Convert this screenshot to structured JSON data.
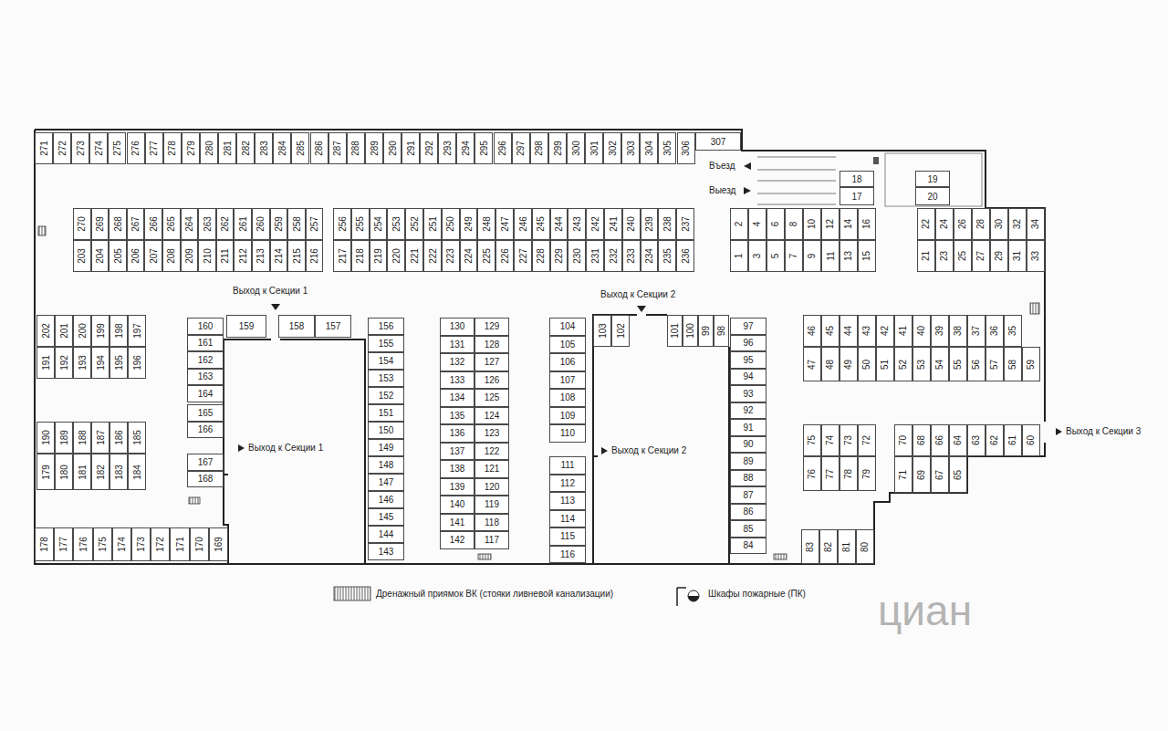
{
  "diagram": {
    "nodes": [
      {
        "text": [
          "1"
        ]
      },
      {
        "text": [
          "2"
        ]
      },
      {
        "text": [
          "3"
        ]
      },
      {
        "text": [
          "4"
        ]
      },
      {
        "text": [
          "5"
        ]
      },
      {
        "text": [
          "6"
        ]
      },
      {
        "text": [
          "7"
        ]
      },
      {
        "text": [
          "8"
        ]
      },
      {
        "text": [
          "9"
        ]
      },
      {
        "text": [
          "10"
        ]
      },
      {
        "text": [
          "11"
        ]
      },
      {
        "text": [
          "12"
        ]
      },
      {
        "text": [
          "13"
        ]
      },
      {
        "text": [
          "14"
        ]
      },
      {
        "text": [
          "15"
        ]
      },
      {
        "text": [
          "16"
        ]
      },
      {
        "text": [
          "17"
        ]
      },
      {
        "text": [
          "18"
        ]
      },
      {
        "text": [
          "19"
        ]
      },
      {
        "text": [
          "20"
        ]
      },
      {
        "text": [
          "21"
        ]
      },
      {
        "text": [
          "22"
        ]
      },
      {
        "text": [
          "23"
        ]
      },
      {
        "text": [
          "24"
        ]
      },
      {
        "text": [
          "25"
        ]
      },
      {
        "text": [
          "26"
        ]
      },
      {
        "text": [
          "27"
        ]
      },
      {
        "text": [
          "28"
        ]
      },
      {
        "text": [
          "29"
        ]
      },
      {
        "text": [
          "30"
        ]
      },
      {
        "text": [
          "31"
        ]
      },
      {
        "text": [
          "32"
        ]
      },
      {
        "text": [
          "33"
        ]
      },
      {
        "text": [
          "34"
        ]
      },
      {
        "text": [
          "35"
        ]
      },
      {
        "text": [
          "36"
        ]
      },
      {
        "text": [
          "37"
        ]
      },
      {
        "text": [
          "38"
        ]
      },
      {
        "text": [
          "39"
        ]
      },
      {
        "text": [
          "40"
        ]
      },
      {
        "text": [
          "41"
        ]
      },
      {
        "text": [
          "42"
        ]
      },
      {
        "text": [
          "43"
        ]
      },
      {
        "text": [
          "44"
        ]
      },
      {
        "text": [
          "45"
        ]
      },
      {
        "text": [
          "46"
        ]
      },
      {
        "text": [
          "47"
        ]
      },
      {
        "text": [
          "48"
        ]
      },
      {
        "text": [
          "49"
        ]
      },
      {
        "text": [
          "50"
        ]
      },
      {
        "text": [
          "51"
        ]
      },
      {
        "text": [
          "52"
        ]
      },
      {
        "text": [
          "53"
        ]
      },
      {
        "text": [
          "54"
        ]
      },
      {
        "text": [
          "55"
        ]
      },
      {
        "text": [
          "56"
        ]
      },
      {
        "text": [
          "57"
        ]
      },
      {
        "text": [
          "58"
        ]
      },
      {
        "text": [
          "59"
        ]
      },
      {
        "text": [
          "60"
        ]
      },
      {
        "text": [
          "61"
        ]
      },
      {
        "text": [
          "62"
        ]
      },
      {
        "text": [
          "63"
        ]
      },
      {
        "text": [
          "64"
        ]
      },
      {
        "text": [
          "65"
        ]
      },
      {
        "text": [
          "66"
        ]
      },
      {
        "text": [
          "67"
        ]
      },
      {
        "text": [
          "68"
        ]
      },
      {
        "text": [
          "69"
        ]
      },
      {
        "text": [
          "70"
        ]
      },
      {
        "text": [
          "71"
        ]
      },
      {
        "text": [
          "72"
        ]
      },
      {
        "text": [
          "73"
        ]
      },
      {
        "text": [
          "74"
        ]
      },
      {
        "text": [
          "75"
        ]
      },
      {
        "text": [
          "76"
        ]
      },
      {
        "text": [
          "77"
        ]
      },
      {
        "text": [
          "78"
        ]
      },
      {
        "text": [
          "79"
        ]
      },
      {
        "text": [
          "80"
        ]
      },
      {
        "text": [
          "81"
        ]
      },
      {
        "text": [
          "82"
        ]
      },
      {
        "text": [
          "83"
        ]
      },
      {
        "text": [
          "84"
        ]
      },
      {
        "text": [
          "85"
        ]
      },
      {
        "text": [
          "86"
        ]
      },
      {
        "text": [
          "87"
        ]
      },
      {
        "text": [
          "88"
        ]
      },
      {
        "text": [
          "89"
        ]
      },
      {
        "text": [
          "90"
        ]
      },
      {
        "text": [
          "91"
        ]
      },
      {
        "text": [
          "92"
        ]
      },
      {
        "text": [
          "93"
        ]
      },
      {
        "text": [
          "94"
        ]
      },
      {
        "text": [
          "95"
        ]
      },
      {
        "text": [
          "96"
        ]
      },
      {
        "text": [
          "97"
        ]
      },
      {
        "text": [
          "98"
        ]
      },
      {
        "text": [
          "99"
        ]
      },
      {
        "text": [
          "100"
        ]
      },
      {
        "text": [
          "101"
        ]
      },
      {
        "text": [
          "102"
        ]
      },
      {
        "text": [
          "103"
        ]
      },
      {
        "text": [
          "104"
        ]
      },
      {
        "text": [
          "105"
        ]
      },
      {
        "text": [
          "106"
        ]
      },
      {
        "text": [
          "107"
        ]
      },
      {
        "text": [
          "108"
        ]
      },
      {
        "text": [
          "109"
        ]
      },
      {
        "text": [
          "110"
        ]
      },
      {
        "text": [
          "111"
        ]
      },
      {
        "text": [
          "112"
        ]
      },
      {
        "text": [
          "113"
        ]
      },
      {
        "text": [
          "114"
        ]
      },
      {
        "text": [
          "115"
        ]
      },
      {
        "text": [
          "116"
        ]
      },
      {
        "text": [
          "117"
        ]
      },
      {
        "text": [
          "118"
        ]
      },
      {
        "text": [
          "119"
        ]
      },
      {
        "text": [
          "120"
        ]
      },
      {
        "text": [
          "121"
        ]
      },
      {
        "text": [
          "122"
        ]
      },
      {
        "text": [
          "123"
        ]
      },
      {
        "text": [
          "124"
        ]
      },
      {
        "text": [
          "125"
        ]
      },
      {
        "text": [
          "126"
        ]
      },
      {
        "text": [
          "127"
        ]
      },
      {
        "text": [
          "128"
        ]
      },
      {
        "text": [
          "129"
        ]
      },
      {
        "text": [
          "130"
        ]
      },
      {
        "text": [
          "131"
        ]
      },
      {
        "text": [
          "132"
        ]
      },
      {
        "text": [
          "133"
        ]
      },
      {
        "text": [
          "134"
        ]
      },
      {
        "text": [
          "135"
        ]
      },
      {
        "text": [
          "136"
        ]
      },
      {
        "text": [
          "137"
        ]
      },
      {
        "text": [
          "138"
        ]
      },
      {
        "text": [
          "139"
        ]
      },
      {
        "text": [
          "140"
        ]
      },
      {
        "text": [
          "141"
        ]
      },
      {
        "text": [
          "142"
        ]
      },
      {
        "text": [
          "143"
        ]
      },
      {
        "text": [
          "144"
        ]
      },
      {
        "text": [
          "145"
        ]
      },
      {
        "text": [
          "146"
        ]
      },
      {
        "text": [
          "147"
        ]
      },
      {
        "text": [
          "148"
        ]
      },
      {
        "text": [
          "149"
        ]
      },
      {
        "text": [
          "150"
        ]
      },
      {
        "text": [
          "151"
        ]
      },
      {
        "text": [
          "152"
        ]
      },
      {
        "text": [
          "153"
        ]
      },
      {
        "text": [
          "154"
        ]
      },
      {
        "text": [
          "155"
        ]
      },
      {
        "text": [
          "156"
        ]
      },
      {
        "text": [
          "157"
        ]
      },
      {
        "text": [
          "158"
        ]
      },
      {
        "text": [
          "159"
        ]
      },
      {
        "text": [
          "160"
        ]
      },
      {
        "text": [
          "161"
        ]
      },
      {
        "text": [
          "162"
        ]
      },
      {
        "text": [
          "163"
        ]
      },
      {
        "text": [
          "164"
        ]
      },
      {
        "text": [
          "165"
        ]
      },
      {
        "text": [
          "166"
        ]
      },
      {
        "text": [
          "167"
        ]
      },
      {
        "text": [
          "168"
        ]
      },
      {
        "text": [
          "169"
        ]
      },
      {
        "text": [
          "170"
        ]
      },
      {
        "text": [
          "171"
        ]
      },
      {
        "text": [
          "172"
        ]
      },
      {
        "text": [
          "173"
        ]
      },
      {
        "text": [
          "174"
        ]
      },
      {
        "text": [
          "175"
        ]
      },
      {
        "text": [
          "176"
        ]
      },
      {
        "text": [
          "177"
        ]
      },
      {
        "text": [
          "178"
        ]
      },
      {
        "text": [
          "179"
        ]
      },
      {
        "text": [
          "180"
        ]
      },
      {
        "text": [
          "181"
        ]
      },
      {
        "text": [
          "182"
        ]
      },
      {
        "text": [
          "183"
        ]
      },
      {
        "text": [
          "184"
        ]
      },
      {
        "text": [
          "185"
        ]
      },
      {
        "text": [
          "186"
        ]
      },
      {
        "text": [
          "187"
        ]
      },
      {
        "text": [
          "188"
        ]
      },
      {
        "text": [
          "189"
        ]
      },
      {
        "text": [
          "190"
        ]
      },
      {
        "text": [
          "191"
        ]
      },
      {
        "text": [
          "192"
        ]
      },
      {
        "text": [
          "193"
        ]
      },
      {
        "text": [
          "194"
        ]
      },
      {
        "text": [
          "195"
        ]
      },
      {
        "text": [
          "196"
        ]
      },
      {
        "text": [
          "197"
        ]
      },
      {
        "text": [
          "198"
        ]
      },
      {
        "text": [
          "199"
        ]
      },
      {
        "text": [
          "200"
        ]
      },
      {
        "text": [
          "201"
        ]
      },
      {
        "text": [
          "202"
        ]
      },
      {
        "text": [
          "203"
        ]
      },
      {
        "text": [
          "204"
        ]
      },
      {
        "text": [
          "205"
        ]
      },
      {
        "text": [
          "206"
        ]
      },
      {
        "text": [
          "207"
        ]
      },
      {
        "text": [
          "208"
        ]
      },
      {
        "text": [
          "209"
        ]
      },
      {
        "text": [
          "210"
        ]
      },
      {
        "text": [
          "211"
        ]
      },
      {
        "text": [
          "212"
        ]
      },
      {
        "text": [
          "213"
        ]
      },
      {
        "text": [
          "214"
        ]
      },
      {
        "text": [
          "215"
        ]
      },
      {
        "text": [
          "216"
        ]
      },
      {
        "text": [
          "217"
        ]
      },
      {
        "text": [
          "218"
        ]
      },
      {
        "text": [
          "219"
        ]
      },
      {
        "text": [
          "220"
        ]
      },
      {
        "text": [
          "221"
        ]
      },
      {
        "text": [
          "222"
        ]
      },
      {
        "text": [
          "223"
        ]
      },
      {
        "text": [
          "224"
        ]
      },
      {
        "text": [
          "225"
        ]
      },
      {
        "text": [
          "226"
        ]
      },
      {
        "text": [
          "227"
        ]
      },
      {
        "text": [
          "228"
        ]
      },
      {
        "text": [
          "229"
        ]
      },
      {
        "text": [
          "230"
        ]
      },
      {
        "text": [
          "231"
        ]
      },
      {
        "text": [
          "232"
        ]
      },
      {
        "text": [
          "233"
        ]
      },
      {
        "text": [
          "234"
        ]
      },
      {
        "text": [
          "235"
        ]
      },
      {
        "text": [
          "236"
        ]
      },
      {
        "text": [
          "237"
        ]
      },
      {
        "text": [
          "238"
        ]
      },
      {
        "text": [
          "239"
        ]
      },
      {
        "text": [
          "240"
        ]
      },
      {
        "text": [
          "241"
        ]
      },
      {
        "text": [
          "242"
        ]
      },
      {
        "text": [
          "243"
        ]
      },
      {
        "text": [
          "244"
        ]
      },
      {
        "text": [
          "245"
        ]
      },
      {
        "text": [
          "246"
        ]
      },
      {
        "text": [
          "247"
        ]
      },
      {
        "text": [
          "248"
        ]
      },
      {
        "text": [
          "249"
        ]
      },
      {
        "text": [
          "250"
        ]
      },
      {
        "text": [
          "251"
        ]
      },
      {
        "text": [
          "252"
        ]
      },
      {
        "text": [
          "253"
        ]
      },
      {
        "text": [
          "254"
        ]
      },
      {
        "text": [
          "255"
        ]
      },
      {
        "text": [
          "256"
        ]
      },
      {
        "text": [
          "257"
        ]
      },
      {
        "text": [
          "258"
        ]
      },
      {
        "text": [
          "259"
        ]
      },
      {
        "text": [
          "260"
        ]
      },
      {
        "text": [
          "261"
        ]
      },
      {
        "text": [
          "262"
        ]
      },
      {
        "text": [
          "263"
        ]
      },
      {
        "text": [
          "264"
        ]
      },
      {
        "text": [
          "265"
        ]
      },
      {
        "text": [
          "266"
        ]
      },
      {
        "text": [
          "267"
        ]
      },
      {
        "text": [
          "268"
        ]
      },
      {
        "text": [
          "269"
        ]
      },
      {
        "text": [
          "270"
        ]
      },
      {
        "text": [
          "271"
        ]
      },
      {
        "text": [
          "272"
        ]
      },
      {
        "text": [
          "273"
        ]
      },
      {
        "text": [
          "274"
        ]
      },
      {
        "text": [
          "275"
        ]
      },
      {
        "text": [
          "276"
        ]
      },
      {
        "text": [
          "277"
        ]
      },
      {
        "text": [
          "278"
        ]
      },
      {
        "text": [
          "279"
        ]
      },
      {
        "text": [
          "280"
        ]
      },
      {
        "text": [
          "281"
        ]
      },
      {
        "text": [
          "282"
        ]
      },
      {
        "text": [
          "283"
        ]
      },
      {
        "text": [
          "284"
        ]
      },
      {
        "text": [
          "285"
        ]
      },
      {
        "text": [
          "286"
        ]
      },
      {
        "text": [
          "287"
        ]
      },
      {
        "text": [
          "288"
        ]
      },
      {
        "text": [
          "289"
        ]
      },
      {
        "text": [
          "290"
        ]
      },
      {
        "text": [
          "291"
        ]
      },
      {
        "text": [
          "292"
        ]
      },
      {
        "text": [
          "293"
        ]
      },
      {
        "text": [
          "294"
        ]
      },
      {
        "text": [
          "295"
        ]
      },
      {
        "text": [
          "296"
        ]
      },
      {
        "text": [
          "297"
        ]
      },
      {
        "text": [
          "298"
        ]
      },
      {
        "text": [
          "299"
        ]
      },
      {
        "text": [
          "300"
        ]
      },
      {
        "text": [
          "301"
        ]
      },
      {
        "text": [
          "302"
        ]
      },
      {
        "text": [
          "303"
        ]
      },
      {
        "text": [
          "304"
        ]
      },
      {
        "text": [
          "305"
        ]
      },
      {
        "text": [
          "306"
        ]
      },
      {
        "text": [
          "307"
        ]
      }
    ],
    "labels": [
      "Въезд",
      "Выезд",
      "Выход к Секции 1",
      "Выход к Секции 2",
      "Выход к Секции 1",
      "Выход к Секции 2",
      "Выход к Секции 3",
      "циан"
    ],
    "legend": [
      {
        "text": "Дренажный приямок ВК (стояки ливневой канализации)"
      },
      {
        "text": "Шкафы пожарные (ПК)"
      }
    ]
  }
}
